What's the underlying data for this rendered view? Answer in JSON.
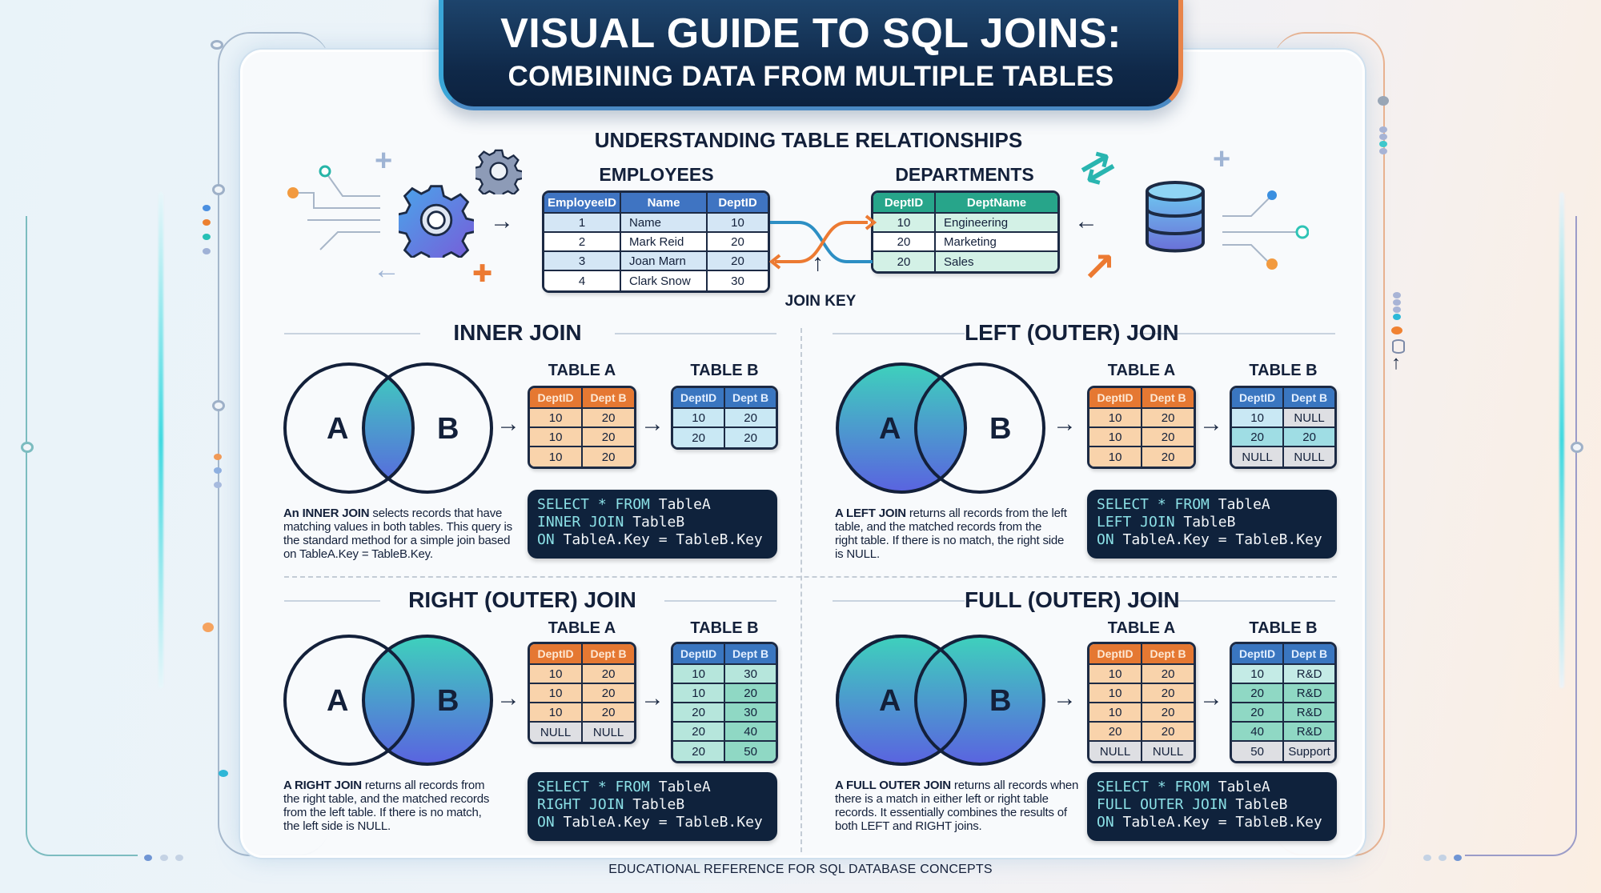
{
  "header": {
    "title_line1": "VISUAL GUIDE TO SQL JOINS:",
    "title_line2": "COMBINING DATA FROM MULTIPLE TABLES"
  },
  "relationships": {
    "heading": "UNDERSTANDING TABLE RELATIONSHIPS",
    "join_key_label": "JOIN KEY",
    "employees": {
      "title": "EMPLOYEES",
      "columns": [
        "EmployeeID",
        "Name",
        "DeptID"
      ],
      "rows": [
        [
          "1",
          "Name",
          "10"
        ],
        [
          "2",
          "Mark Reid",
          "20"
        ],
        [
          "3",
          "Joan Marn",
          "20"
        ],
        [
          "4",
          "Clark Snow",
          "30"
        ]
      ]
    },
    "departments": {
      "title": "DEPARTMENTS",
      "columns": [
        "DeptID",
        "DeptName"
      ],
      "rows": [
        [
          "10",
          "Engineering"
        ],
        [
          "20",
          "Marketing"
        ],
        [
          "20",
          "Sales"
        ]
      ]
    },
    "icons": [
      "gear-icon",
      "small-gear-icon",
      "database-icon",
      "sync-arrows-icon",
      "circuit-lines-icon"
    ]
  },
  "joins": {
    "inner": {
      "title": "INNER JOIN",
      "venn_left": "A",
      "venn_right": "B",
      "table_a_label": "TABLE A",
      "table_b_label": "TABLE B",
      "table_a": {
        "columns": [
          "DeptID",
          "Dept B"
        ],
        "rows": [
          [
            "10",
            "20"
          ],
          [
            "10",
            "20"
          ],
          [
            "10",
            "20"
          ]
        ]
      },
      "table_b": {
        "columns": [
          "DeptID",
          "Dept B"
        ],
        "rows": [
          [
            "10",
            "20"
          ],
          [
            "20",
            "20"
          ]
        ]
      },
      "desc_bold": "An INNER JOIN",
      "desc_rest": " selects records that have matching values in both tables. This query is the standard method for a simple join based on TableA.Key = TableB.Key.",
      "sql": {
        "l1_kw": "SELECT * FROM",
        "l1_rest": " TableA",
        "l2_kw": "INNER JOIN",
        "l2_rest": " TableB",
        "l3_kw": "ON",
        "l3_rest": " TableA.Key = TableB.Key"
      }
    },
    "left": {
      "title": "LEFT (OUTER) JOIN",
      "venn_left": "A",
      "venn_right": "B",
      "table_a_label": "TABLE A",
      "table_b_label": "TABLE B",
      "table_a": {
        "columns": [
          "DeptID",
          "Dept B"
        ],
        "rows": [
          [
            "10",
            "20"
          ],
          [
            "10",
            "20"
          ],
          [
            "10",
            "20"
          ]
        ]
      },
      "table_b": {
        "columns": [
          "DeptID",
          "Dept B"
        ],
        "rows": [
          [
            "10",
            "NULL"
          ],
          [
            "20",
            "20"
          ],
          [
            "NULL",
            "NULL"
          ]
        ]
      },
      "desc_bold": "A LEFT JOIN",
      "desc_rest": " returns all records from the left table, and the matched records from the right table. If there is no match, the right side is NULL.",
      "sql": {
        "l1_kw": "SELECT * FROM",
        "l1_rest": " TableA",
        "l2_kw": "LEFT JOIN",
        "l2_rest": " TableB",
        "l3_kw": "ON",
        "l3_rest": " TableA.Key = TableB.Key"
      }
    },
    "right": {
      "title": "RIGHT (OUTER) JOIN",
      "venn_left": "A",
      "venn_right": "B",
      "table_a_label": "TABLE A",
      "table_b_label": "TABLE B",
      "table_a": {
        "columns": [
          "DeptID",
          "Dept B"
        ],
        "rows": [
          [
            "10",
            "20"
          ],
          [
            "10",
            "20"
          ],
          [
            "10",
            "20"
          ],
          [
            "NULL",
            "NULL"
          ]
        ]
      },
      "table_b": {
        "columns": [
          "DeptID",
          "Dept B"
        ],
        "rows": [
          [
            "10",
            "30"
          ],
          [
            "10",
            "20"
          ],
          [
            "20",
            "30"
          ],
          [
            "20",
            "40"
          ],
          [
            "20",
            "50"
          ]
        ]
      },
      "desc_bold": "A RIGHT JOIN",
      "desc_rest": " returns all records from the right table, and the matched records from the left table. If there is no match, the left side is NULL.",
      "sql": {
        "l1_kw": "SELECT * FROM",
        "l1_rest": " TableA",
        "l2_kw": "RIGHT JOIN",
        "l2_rest": " TableB",
        "l3_kw": "ON",
        "l3_rest": " TableA.Key = TableB.Key"
      }
    },
    "full": {
      "title": "FULL (OUTER) JOIN",
      "venn_left": "A",
      "venn_right": "B",
      "table_a_label": "TABLE A",
      "table_b_label": "TABLE B",
      "table_a": {
        "columns": [
          "DeptID",
          "Dept B"
        ],
        "rows": [
          [
            "10",
            "20"
          ],
          [
            "10",
            "20"
          ],
          [
            "10",
            "20"
          ],
          [
            "20",
            "20"
          ],
          [
            "NULL",
            "NULL"
          ]
        ]
      },
      "table_b": {
        "columns": [
          "DeptID",
          "Dept B"
        ],
        "rows": [
          [
            "10",
            "R&D"
          ],
          [
            "20",
            "R&D"
          ],
          [
            "20",
            "R&D"
          ],
          [
            "40",
            "R&D"
          ],
          [
            "50",
            "Support"
          ]
        ]
      },
      "desc_bold": "A FULL OUTER JOIN",
      "desc_rest": " returns all records when there is a match in either left or right table records. It essentially combines the results of both LEFT and RIGHT joins.",
      "sql": {
        "l1_kw": "SELECT * FROM",
        "l1_rest": " TableA",
        "l2_kw": "FULL OUTER JOIN",
        "l2_rest": " TableB",
        "l3_kw": "ON",
        "l3_rest": " TableA.Key = TableB.Key"
      }
    }
  },
  "footer": {
    "text": "EDUCATIONAL REFERENCE FOR SQL DATABASE CONCEPTS"
  },
  "colors": {
    "title_bg": "#0f2848",
    "table_a_header": "#e57832",
    "table_a_cell": "#f9d3ab",
    "table_b_header": "#3a76c0",
    "table_b_cell": "#c9e8f4",
    "employees_header": "#3f74c2",
    "departments_header": "#27a58a",
    "venn_fill_top": "#3ecfbf",
    "venn_fill_bottom": "#5a6fe0",
    "code_bg": "#0f223c",
    "sql_keyword": "#8be0e6"
  }
}
